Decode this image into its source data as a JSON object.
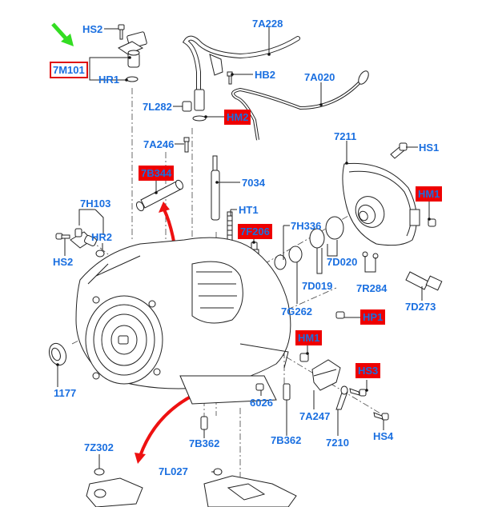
{
  "diagram": {
    "title": "Automatic transmission exploded parts view",
    "colors": {
      "label_text": "#1a6fe0",
      "highlight_bg": "#ee0000",
      "selected_border": "#e01010",
      "pointer_arrow": "#33dd22",
      "direction_arrow": "#ee1111",
      "line_art": "#222222"
    },
    "selected_part": "7M101",
    "labels": {
      "hs2_top": "HS2",
      "m7m101": "7M101",
      "hr1": "HR1",
      "a7a228": "7A228",
      "hb2": "HB2",
      "a7a020": "7A020",
      "l7l282": "7L282",
      "hm2": "HM2",
      "a7a246": "7A246",
      "b7b344": "7B344",
      "n7034": "7034",
      "ht1": "HT1",
      "n7211": "7211",
      "hs1": "HS1",
      "hm1_right": "HM1",
      "h7h103": "7H103",
      "hr2": "HR2",
      "hs2_left": "HS2",
      "f7f206": "7F206",
      "h7h336": "7H336",
      "d7d020": "7D020",
      "d7d019": "7D019",
      "r7r284": "7R284",
      "g7g262": "7G262",
      "d7d273": "7D273",
      "hp1": "HP1",
      "hm1_bottom": "HM1",
      "hs3": "HS3",
      "n1177": "1177",
      "n6026": "6026",
      "a7a247": "7A247",
      "b7b362_left": "7B362",
      "b7b362_right": "7B362",
      "n7210": "7210",
      "hs4": "HS4",
      "z7z302": "7Z302",
      "l7l027": "7L027"
    },
    "highlighted_parts": [
      "HM2",
      "7B344",
      "7F206",
      "HM1",
      "HP1",
      "HS3"
    ]
  }
}
